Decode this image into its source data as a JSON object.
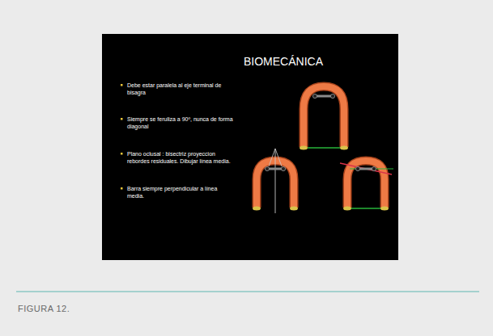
{
  "diagram": {
    "title": "BIOMECÁNICA",
    "caption": "FIGURA 12.",
    "labels": [
      "Debe estar paralela al eje terminal de bisagra",
      "Siempre se feruliza a 90º, nunca de forma diagonal",
      "Plano oclusal : bisectriz proyeccion rebordes residuales. Dibujar línea media.",
      "Barra siempre perpendicular a línea media."
    ]
  }
}
